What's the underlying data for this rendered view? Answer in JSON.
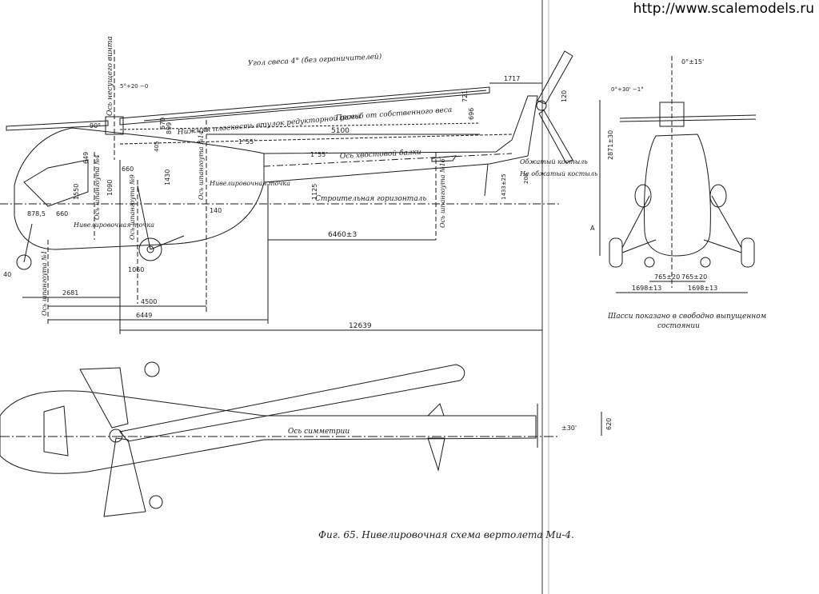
{
  "watermark": "http://www.scalemodels.ru",
  "caption": "Фиг. 65. Нивелировочная схема вертолета Ми-4.",
  "labels": {
    "main_rotor_axis": "Ось несущего винта",
    "droop_angle": "Угол свеса 4° (без ограничителей)",
    "hub_plane": "Нижняя плоскость втулок редукторной рамы",
    "blade_sag": "Прогиб от собственного веса",
    "tail_boom_axis": "Ось хвостовой балки",
    "construction_horizontal": "Строительная горизонталь",
    "frame14": "Ось шпангоута №14",
    "frame16": "Ось шпангоута №16",
    "frame9": "Ось шпангоута №9",
    "frame4": "Ось шпангоута №4",
    "frame1": "Ось шпангоута №1",
    "level_point_1": "Нивелировочная точка",
    "level_point_2": "Нивелировочная точка",
    "loaded_skid": "Обжатый костыль",
    "unloaded_skid": "Не обжатый костыль",
    "chassis_note_1": "Шасси показано в свободно выпущенном",
    "chassis_note_2": "состоянии",
    "symmetry_axis": "Ось симметрии",
    "a_mark": "A"
  },
  "dims": {
    "d1717": "1717",
    "d120": "120",
    "d721": "721",
    "d696": "696",
    "d5100": "5100",
    "d155a": "1°55'",
    "d155b": "1°55'",
    "d90": "90°",
    "d899": "899",
    "d670": "670",
    "d405": "405",
    "d649": "649",
    "d660": "660",
    "d1550": "1550",
    "d1090": "1090",
    "d1430": "1430",
    "d1125": "1125",
    "d140": "140",
    "d8785": "878,5",
    "d660b": "660",
    "d1060": "1060",
    "d6460": "6460±3",
    "d2681": "2681",
    "d4500": "4500",
    "d6449": "6449",
    "d12639": "12639",
    "d40": "40",
    "d2871": "2871±30",
    "d208": "208",
    "d1433": "1433±25",
    "d765a": "765±20",
    "d765b": "765±20",
    "d1698a": "1698±13",
    "d1698b": "1698±13",
    "d620": "620",
    "d30": "±30'",
    "dAngle15": "0°±15'",
    "dAngle30": "0°+30' −1°",
    "dTilt": "5°+20 −0"
  }
}
